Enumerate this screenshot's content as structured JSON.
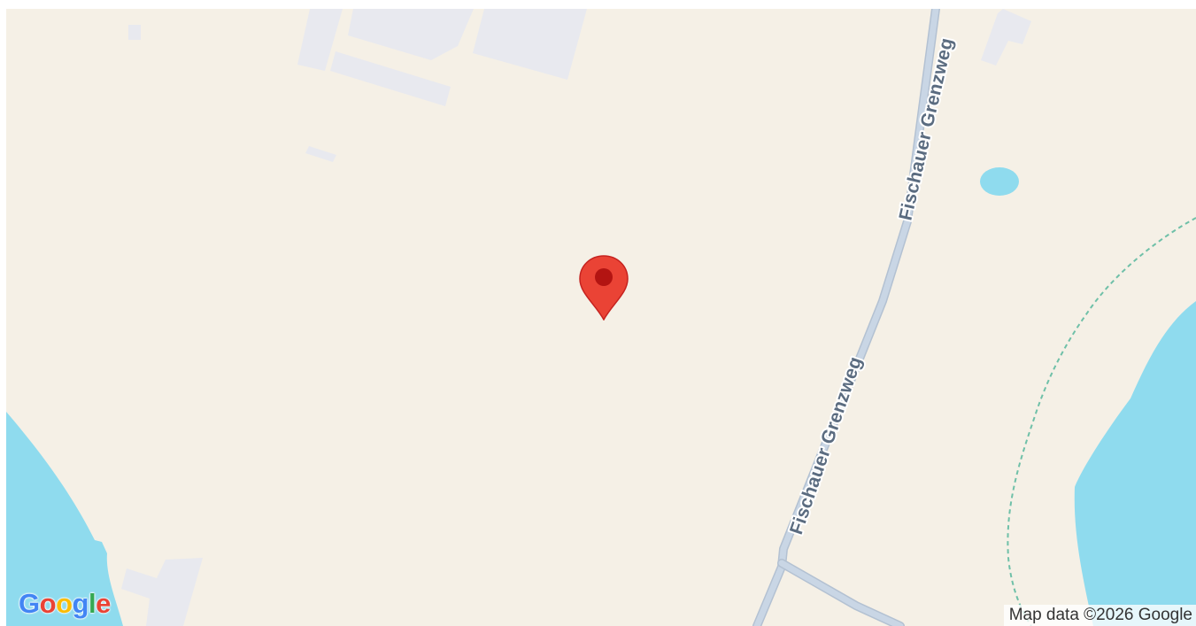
{
  "map": {
    "roads": [
      {
        "name": "Fischauer Grenzweg"
      },
      {
        "name": "Fischauer Grenzweg"
      }
    ],
    "attribution": "Map data ©2026 Google",
    "logo": {
      "letters": [
        {
          "char": "G",
          "color": "#4285F4"
        },
        {
          "char": "o",
          "color": "#EA4335"
        },
        {
          "char": "o",
          "color": "#FBBC05"
        },
        {
          "char": "g",
          "color": "#4285F4"
        },
        {
          "char": "l",
          "color": "#34A853"
        },
        {
          "char": "e",
          "color": "#EA4335"
        }
      ]
    },
    "marker": {
      "icon": "map-pin-icon",
      "color": "#EA4335",
      "dot_color": "#B31412"
    },
    "colors": {
      "land": "#f5f0e6",
      "water": "#8fdbee",
      "building": "#e8e9ef",
      "road": "#c6d3e3",
      "trail": "#6fc0a8"
    }
  }
}
